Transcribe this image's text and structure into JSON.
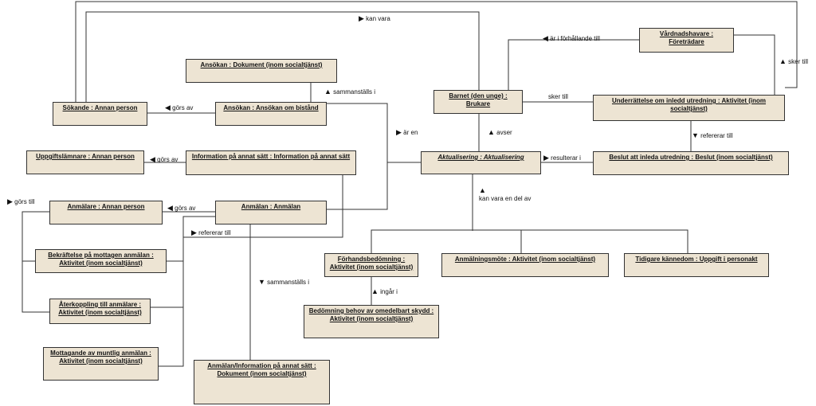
{
  "boxes": {
    "sokande": "Sökande : Annan person",
    "ansokan_dok": "Ansökan : Dokument (inom socialtjänst)",
    "ansokan_bistand": "Ansökan : Ansökan om bistånd",
    "uppgiftslamnare": "Uppgiftslämnare : Annan person",
    "info_annat_satt": "Information på annat sätt : Information på annat sätt",
    "anmalare": "Anmälare : Annan person",
    "anmalan": "Anmälan : Anmälan",
    "bekraftelse": "Bekräftelse på mottagen anmälan : Aktivitet (inom socialtjänst)",
    "aterkoppling": "Återkoppling till anmälare : Aktivitet (inom socialtjänst)",
    "mottagande": "Mottagande av muntlig anmälan : Aktivitet (inom socialtjänst)",
    "anmalan_dok": "Anmälan/Information på annat sätt : Dokument (inom socialtjänst)",
    "barnet": "Barnet (den unge) : Brukare",
    "aktualisering": "Aktualisering : Aktualisering",
    "vardnadshavare": "Vårdnadshavare : Företrädare",
    "underrattelse": "Underrättelse om inledd utredning : Aktivitet (inom socialtjänst)",
    "beslut": "Beslut att inleda utredning : Beslut (inom socialtjänst)",
    "forhandsbedomning": "Förhandsbedömning : Aktivitet (inom socialtjänst)",
    "anmalningsmote": "Anmälningsmöte : Aktivitet (inom socialtjänst)",
    "tidigare_kannedom": "Tidigare kännedom : Uppgift i personakt",
    "bedomning_skydd": "Bedömning behov av omedelbart skydd : Aktivitet (inom socialtjänst)"
  },
  "labels": {
    "kan_vara": "kan vara",
    "ar_i_forhallande_till": "är i förhållande till",
    "sker_till_right": "sker till",
    "sammanstalls_i_top": "sammanställs i",
    "gors_av_sokande": "görs av",
    "sker_till_mid": "sker till",
    "ar_en": "är en",
    "avser": "avser",
    "refererar_till_right": "refererar till",
    "gors_av_uppgift": "görs av",
    "resulterar_i": "resulterar i",
    "kan_vara_en_del_av": "kan vara en del av",
    "gors_till": "görs till",
    "gors_av_anmalare": "görs av",
    "refererar_till_left": "refererar till",
    "sammanstalls_i_bottom": "sammanställs i",
    "ingar_i": "ingår i"
  },
  "arrows": {
    "right": "▶",
    "left": "◀",
    "up": "▲",
    "down": "▼"
  }
}
